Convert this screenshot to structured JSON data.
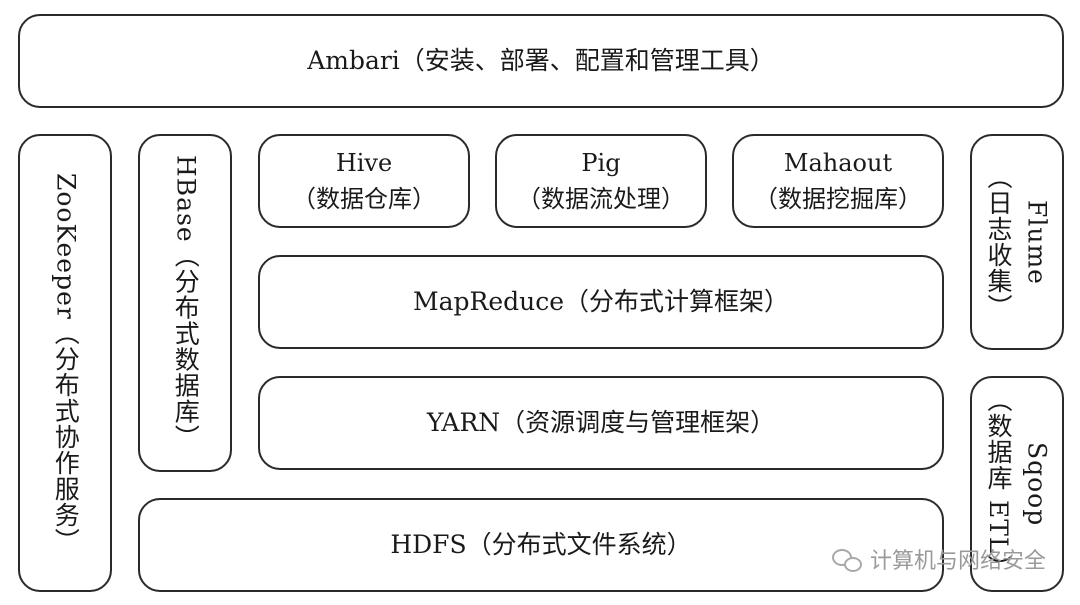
{
  "layers": {
    "ambari": {
      "text": "Ambari（安装、部署、配置和管理工具）"
    },
    "zookeeper": {
      "text": "ZooKeeper（分布式协作服务）"
    },
    "hbase": {
      "text": "HBase（分布式数据库）"
    },
    "hive": {
      "name": "Hive",
      "desc": "（数据仓库）"
    },
    "pig": {
      "name": "Pig",
      "desc": "（数据流处理）"
    },
    "mahaout": {
      "name": "Mahaout",
      "desc": "（数据挖掘库）"
    },
    "mapreduce": {
      "text": "MapReduce（分布式计算框架）"
    },
    "yarn": {
      "text": "YARN（资源调度与管理框架）"
    },
    "hdfs": {
      "text": "HDFS（分布式文件系统）"
    },
    "flume": {
      "name": "Flume",
      "desc": "（日志收集）"
    },
    "sqoop": {
      "name": "Sqoop",
      "desc": "（数据库 ETL）"
    }
  },
  "watermark": {
    "text": "计算机与网络安全",
    "icon": "wechat-icon"
  }
}
